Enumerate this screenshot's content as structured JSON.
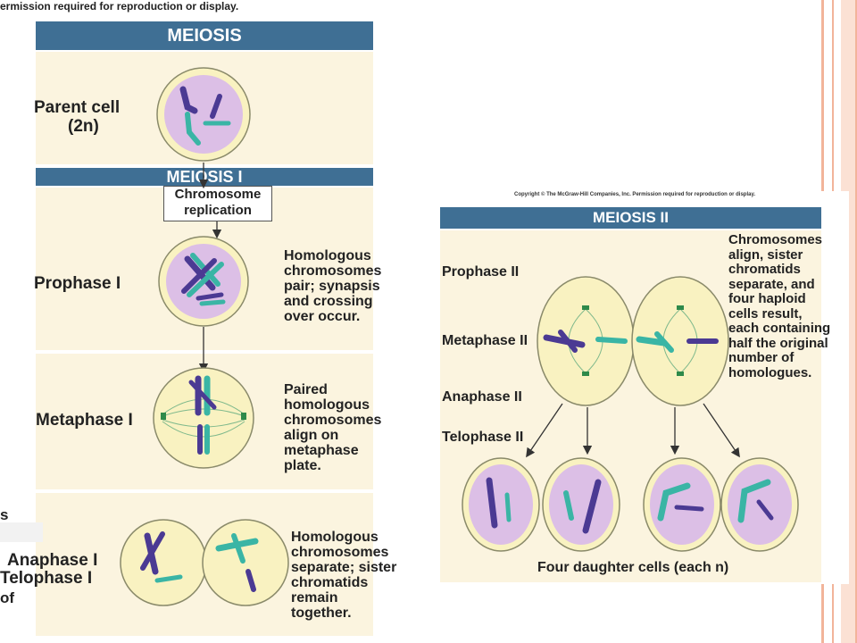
{
  "left": {
    "top_text": "ermission required for reproduction or display.",
    "header": "MEIOSIS",
    "subheader": "MEIOSIS I",
    "parent_label_1": "Parent cell",
    "parent_label_2": "(2n)",
    "replication_line1": "Chromosome",
    "replication_line2": "replication",
    "prophase_label": "Prophase I",
    "prophase_desc": [
      "Homologous",
      "chromosomes",
      "pair; synapsis",
      "and crossing",
      "over occur."
    ],
    "metaphase_label": "Metaphase I",
    "metaphase_desc": [
      "Paired",
      "homologous",
      "chromosomes",
      "align on",
      "metaphase",
      "plate."
    ],
    "anaphase_label": "Anaphase I",
    "telophase_label": "Telophase I",
    "anaphase_desc": [
      "Homologous",
      "chromosomes",
      "separate; sister",
      "chromatids",
      "remain",
      "together."
    ]
  },
  "fragments": {
    "s": "s",
    "of": "of"
  },
  "right": {
    "copyright": "Copyright © The McGraw-Hill Companies, Inc. Permission required for reproduction or display.",
    "header": "MEIOSIS II",
    "labels": [
      "Prophase II",
      "Metaphase II",
      "Anaphase II",
      "Telophase II"
    ],
    "desc": [
      "Chromosomes",
      "align, sister",
      "chromatids",
      "separate, and",
      "four haploid",
      "cells result,",
      "each containing",
      "half the original",
      "number of",
      "homologues."
    ],
    "bottom_caption": "Four daughter cells (each n)"
  },
  "colors": {
    "header_blue": "#3f6f94",
    "panel_cream": "#fbf4df",
    "cell_yellow": "#f9f2c1",
    "nucleus_lilac": "#dcbfe6",
    "chrom_purple": "#4b3a93",
    "chrom_teal": "#3ab5a5",
    "slide_border": "#f2a886"
  }
}
